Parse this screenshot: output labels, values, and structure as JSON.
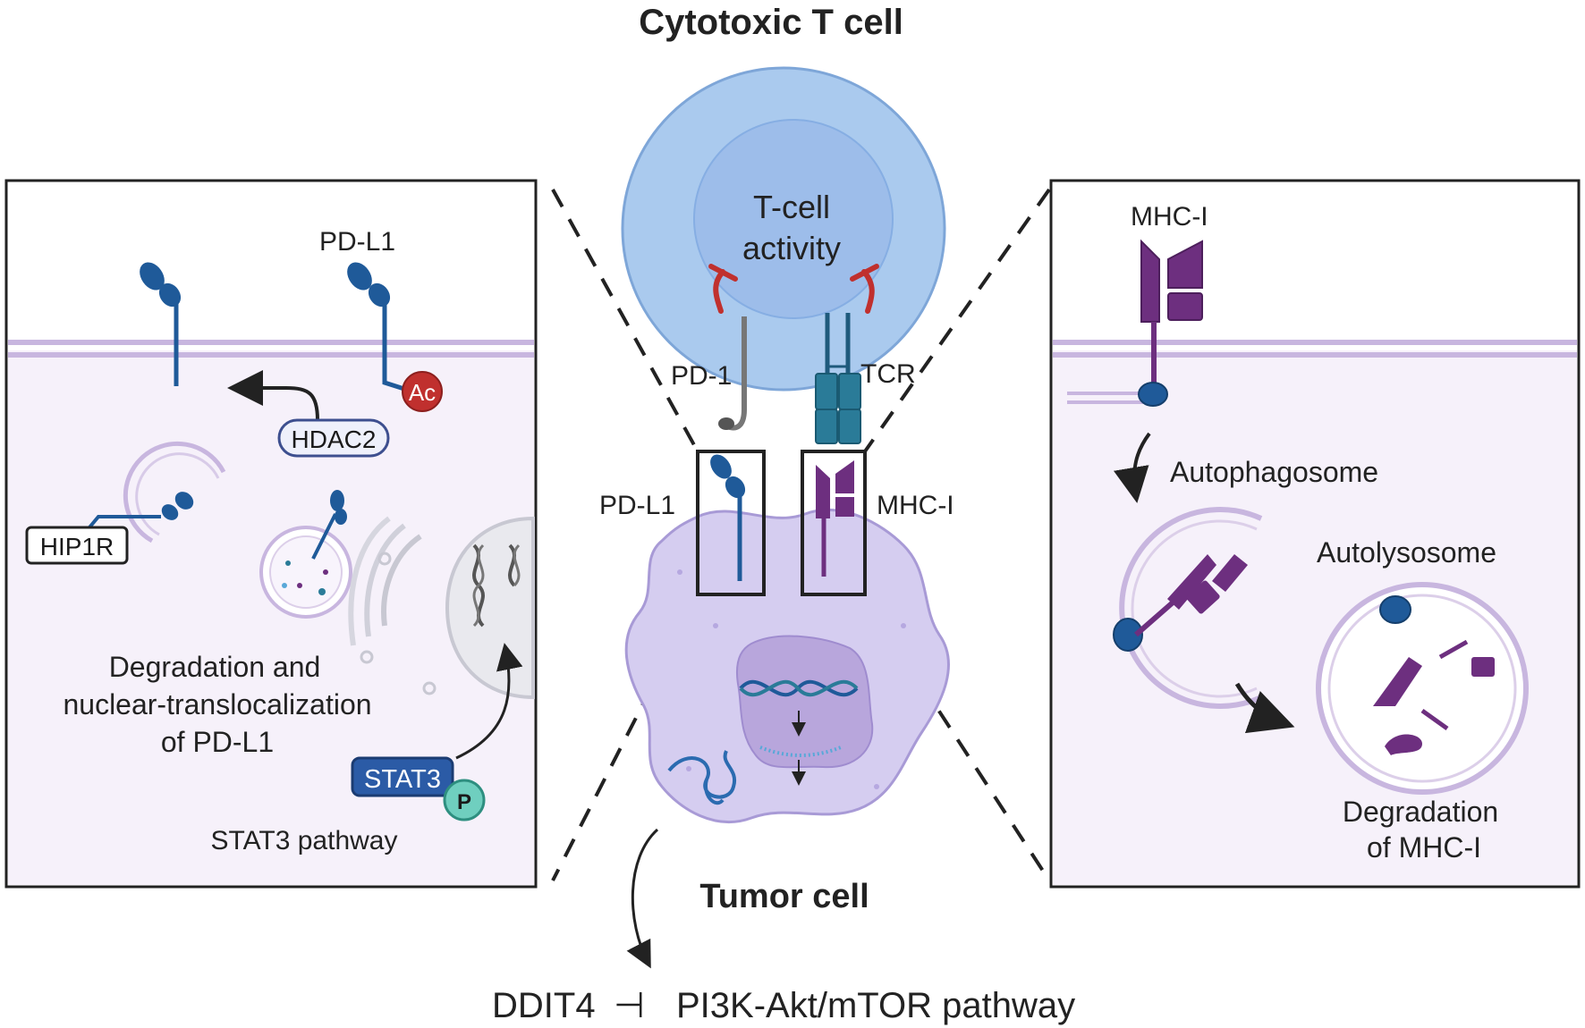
{
  "title_tcell": "Cytotoxic T cell",
  "tcell_activity": [
    "T-cell",
    "activity"
  ],
  "pd1": "PD-1",
  "tcr": "TCR",
  "pdl1_center": "PD-L1",
  "mhc_center": "MHC-I",
  "tumor_cell": "Tumor cell",
  "bottom_pathway": {
    "left": "DDIT4",
    "inhibit_symbol": "⊣",
    "right": "PI3K-Akt/mTOR pathway"
  },
  "left_panel": {
    "pdl1": "PD-L1",
    "ac": "Ac",
    "hdac2": "HDAC2",
    "hip1r": "HIP1R",
    "degradation": [
      "Degradation and",
      "nuclear-translocalization",
      "of PD-L1"
    ],
    "stat3": "STAT3",
    "p": "P",
    "stat3_pathway": "STAT3 pathway"
  },
  "right_panel": {
    "mhc": "MHC-I",
    "autophagosome": "Autophagosome",
    "autolysosome": "Autolysosome",
    "degradation": [
      "Degradation",
      "of MHC-I"
    ]
  },
  "colors": {
    "tcell_outer": "#aacaee",
    "tcell_inner": "#9dbdea",
    "panel_bg": "#f6f1fa",
    "membrane": "#c8b6df",
    "pdl1_blue": "#1f5a99",
    "mhc_purple": "#6d2f7f",
    "tcr_teal": "#2a7b98",
    "inhibit_red": "#c0302e",
    "tumor": "#d5cdf0"
  }
}
